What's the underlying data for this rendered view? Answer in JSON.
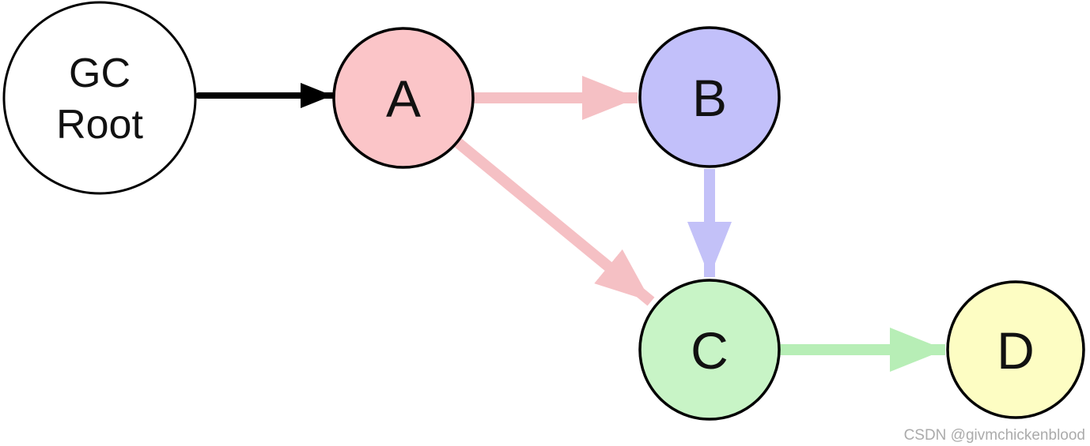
{
  "diagram": {
    "title": "gc-root-reachability-graph",
    "background_color": "#ffffff",
    "node_border_color": "#000000",
    "nodes": {
      "gc_root": {
        "label_line1": "GC",
        "label_line2": "Root",
        "fill": "#ffffff"
      },
      "a": {
        "label": "A",
        "fill": "#fbc5c8"
      },
      "b": {
        "label": "B",
        "fill": "#c2c0fa"
      },
      "c": {
        "label": "C",
        "fill": "#c8f4c6"
      },
      "d": {
        "label": "D",
        "fill": "#fdfdc3"
      }
    },
    "edges": {
      "gc_root_to_a": {
        "from": "GC Root",
        "to": "A",
        "color": "#000000"
      },
      "a_to_b": {
        "from": "A",
        "to": "B",
        "color": "#f5c0c4"
      },
      "a_to_c": {
        "from": "A",
        "to": "C",
        "color": "#f5c0c4"
      },
      "b_to_c": {
        "from": "B",
        "to": "C",
        "color": "#c3c1f8"
      },
      "c_to_d": {
        "from": "C",
        "to": "D",
        "color": "#b7eeb6"
      }
    },
    "watermark": {
      "text": "CSDN @givmchickenblood",
      "color": "#ababab"
    }
  }
}
